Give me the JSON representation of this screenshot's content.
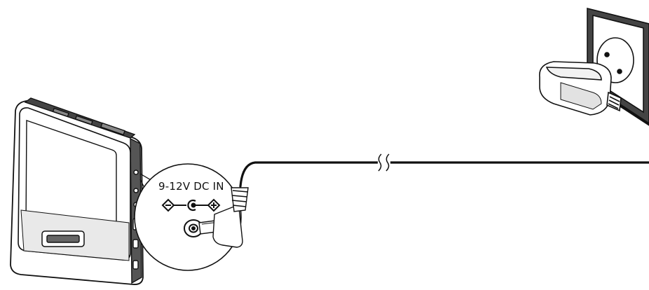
{
  "diagram": {
    "power_label": "9-12V DC IN",
    "colors": {
      "line": "#111111",
      "shade": "#6e6e6e",
      "light_shade": "#9a9a9a",
      "background": "#ffffff"
    },
    "components": {
      "device": "portable-dvd-player",
      "zoom": "dc-input-jack-callout",
      "plug": "dc-plug-connector",
      "cable": "power-cable",
      "break_mark": "cable-break-icon",
      "adapter": "ac-power-adapter",
      "outlet": "wall-socket"
    }
  }
}
